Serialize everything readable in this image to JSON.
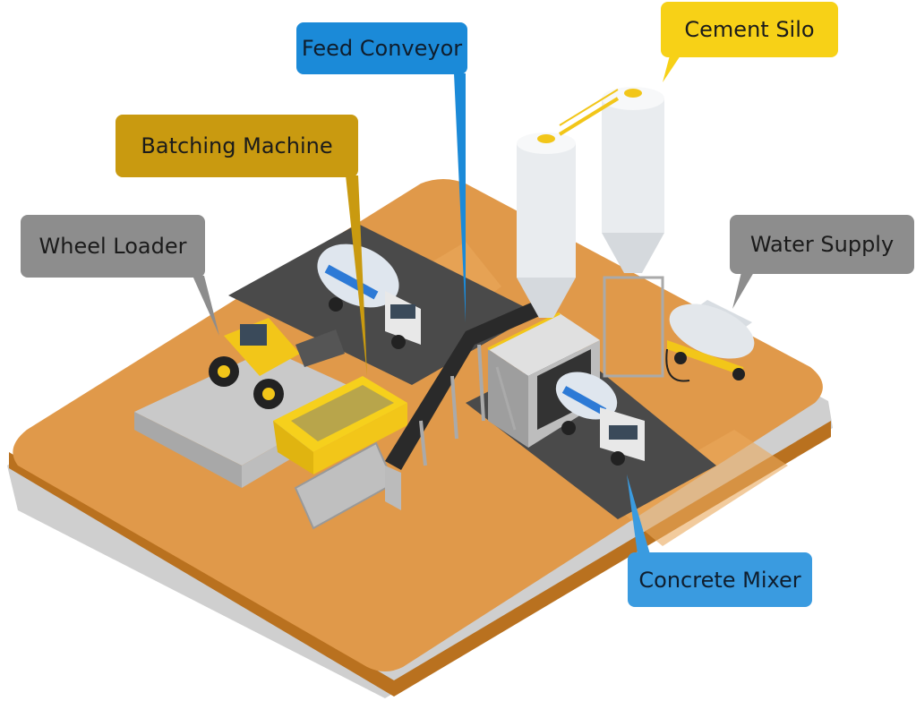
{
  "labels": {
    "cement_silo": "Cement Silo",
    "feed_conveyor": "Feed Conveyor",
    "batching_machine": "Batching Machine",
    "wheel_loader": "Wheel Loader",
    "water_supply": "Water Supply",
    "concrete_mixer": "Concrete Mixer"
  },
  "colors": {
    "cement_silo": "#f7d117",
    "feed_conveyor": "#1b8ad8",
    "batching_machine": "#c99a10",
    "wheel_loader": "#8d8d8d",
    "water_supply": "#8d8d8d",
    "concrete_mixer": "#3a9be0",
    "ground": "#e19a45",
    "road": "#4a4a4a"
  },
  "icons": [
    "cement-silo-icon",
    "feed-conveyor-icon",
    "batching-hopper-icon",
    "wheel-loader-icon",
    "water-tank-icon",
    "mixer-truck-icon"
  ]
}
